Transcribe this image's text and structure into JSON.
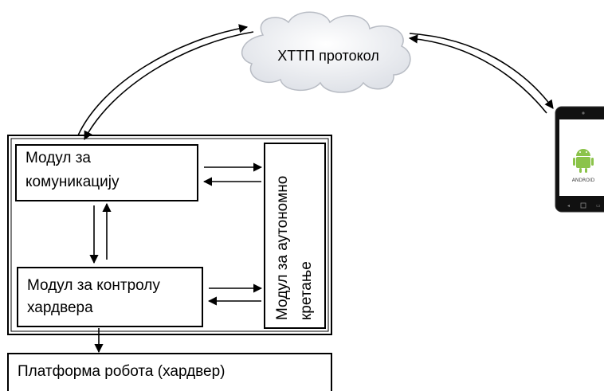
{
  "diagram": {
    "cloud": {
      "label": "ХТТП протокол"
    },
    "modules": {
      "communication": {
        "line1": "Модул за",
        "line2": "комуникацију"
      },
      "hardware_control": {
        "line1": "Модул за контролу",
        "line2": "хардвера"
      },
      "autonomous": {
        "line1": "Модул за аутономно",
        "line2": "кретање"
      }
    },
    "platform": {
      "label": "Платформа робота (хардвер)"
    },
    "phone": {
      "os_text": "ANDROID"
    }
  },
  "colors": {
    "line": "#000000",
    "cloud_fill": "#eceef2",
    "phone_body": "#111111",
    "android_green": "#8bc34a"
  }
}
